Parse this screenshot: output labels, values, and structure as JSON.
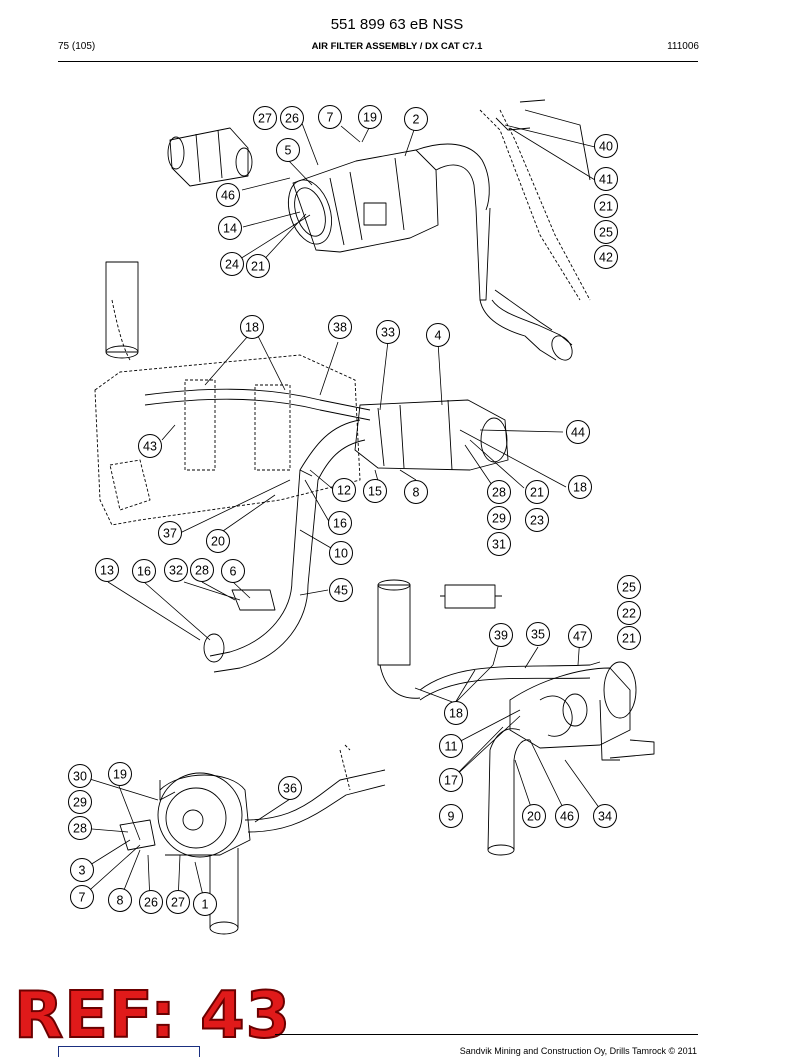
{
  "header": {
    "doc_number": "551 899 63 eB NSS",
    "page": "75 (105)",
    "section": "AIR FILTER ASSEMBLY / DX CAT C7.1",
    "date": "111006"
  },
  "callouts": [
    "27",
    "26",
    "7",
    "19",
    "2",
    "5",
    "40",
    "46",
    "41",
    "21",
    "14",
    "25",
    "42",
    "24",
    "21",
    "18",
    "38",
    "33",
    "4",
    "44",
    "43",
    "18",
    "12",
    "15",
    "8",
    "28",
    "21",
    "29",
    "23",
    "37",
    "16",
    "20",
    "31",
    "10",
    "13",
    "16",
    "32",
    "28",
    "6",
    "45",
    "25",
    "22",
    "39",
    "35",
    "47",
    "21",
    "18",
    "11",
    "17",
    "30",
    "19",
    "36",
    "29",
    "28",
    "9",
    "20",
    "46",
    "34",
    "3",
    "7",
    "8",
    "26",
    "27",
    "1"
  ],
  "stamp": "REF: 43",
  "footer": {
    "copyright": "Sandvik Mining and Construction Oy, Drills Tamrock © 2011"
  },
  "colors": {
    "line": "#000000",
    "stamp_fill": "#e01a1a",
    "stamp_stroke": "#6b0000"
  }
}
